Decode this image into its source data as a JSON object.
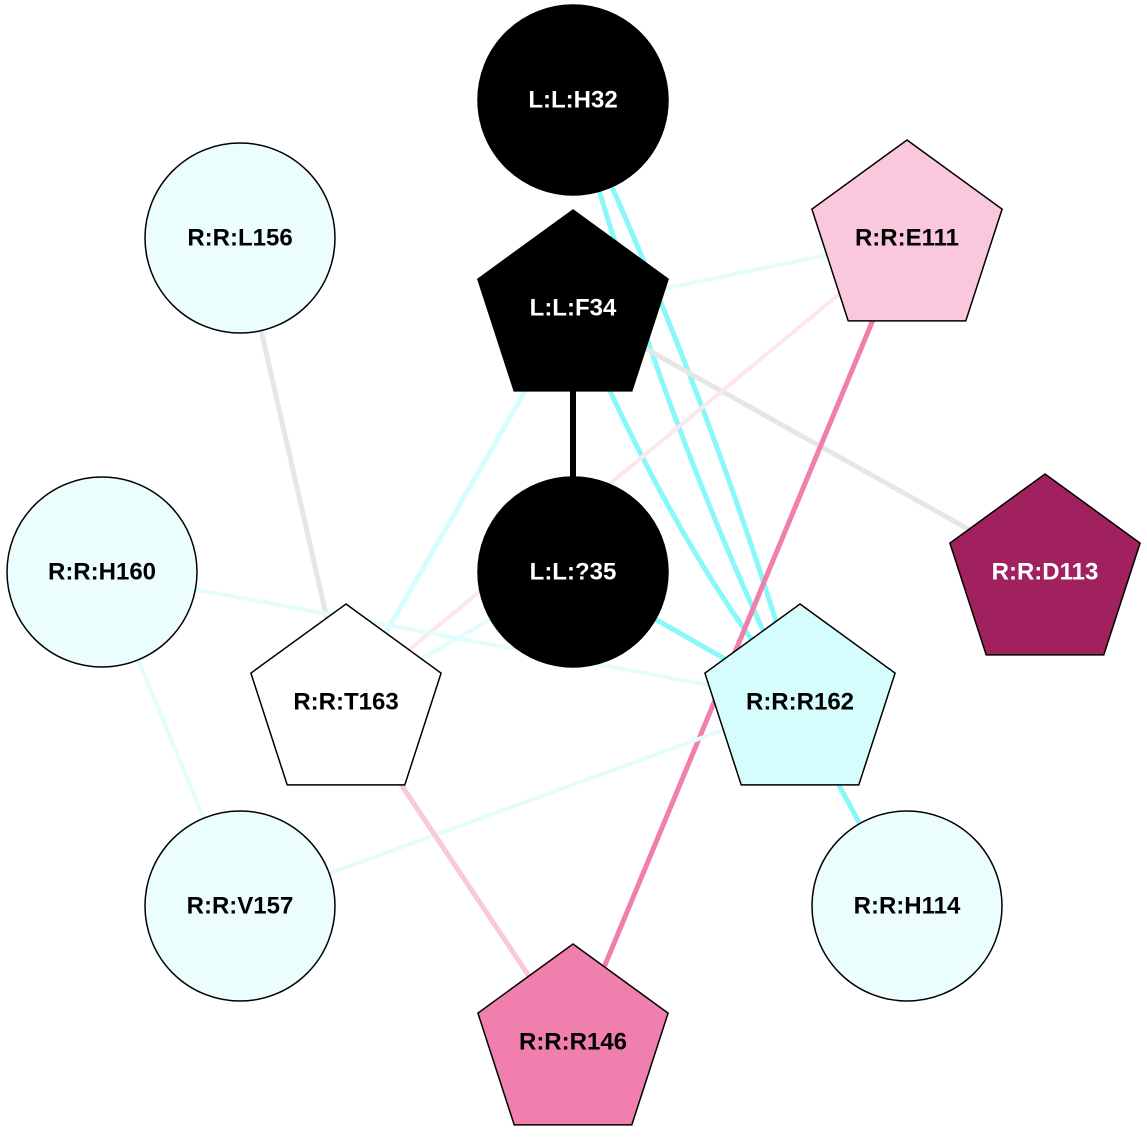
{
  "nodes": [
    {
      "id": "L:L:H32",
      "label": "L:L:H32",
      "shape": "circle",
      "fill": "#000000",
      "text_color": "#ffffff"
    },
    {
      "id": "L:L:F34",
      "label": "L:L:F34",
      "shape": "pentagon",
      "fill": "#000000",
      "text_color": "#ffffff"
    },
    {
      "id": "L:L:?35",
      "label": "L:L:?35",
      "shape": "circle",
      "fill": "#000000",
      "text_color": "#ffffff"
    },
    {
      "id": "R:R:L156",
      "label": "R:R:L156",
      "shape": "circle",
      "fill": "#ebfdfd",
      "text_color": "#000000"
    },
    {
      "id": "R:R:E111",
      "label": "R:R:E111",
      "shape": "pentagon",
      "fill": "#f9c8dc",
      "text_color": "#000000"
    },
    {
      "id": "R:R:H160",
      "label": "R:R:H160",
      "shape": "circle",
      "fill": "#ebfdfd",
      "text_color": "#000000"
    },
    {
      "id": "R:R:D113",
      "label": "R:R:D113",
      "shape": "pentagon",
      "fill": "#a0215e",
      "text_color": "#ffffff"
    },
    {
      "id": "R:R:T163",
      "label": "R:R:T163",
      "shape": "pentagon",
      "fill": "#ffffff",
      "text_color": "#000000"
    },
    {
      "id": "R:R:R162",
      "label": "R:R:R162",
      "shape": "pentagon",
      "fill": "#d5fdfd",
      "text_color": "#000000"
    },
    {
      "id": "R:R:V157",
      "label": "R:R:V157",
      "shape": "circle",
      "fill": "#ebfdfd",
      "text_color": "#000000"
    },
    {
      "id": "R:R:H114",
      "label": "R:R:H114",
      "shape": "circle",
      "fill": "#ebfdfd",
      "text_color": "#000000"
    },
    {
      "id": "R:R:R146",
      "label": "R:R:R146",
      "shape": "pentagon",
      "fill": "#f07fad",
      "text_color": "#000000"
    }
  ],
  "edges": [
    {
      "from": "L:L:F34",
      "to": "L:L:?35",
      "color": "#000000",
      "weight": 6
    },
    {
      "from": "L:L:H32",
      "to": "R:R:H114",
      "color": "#88f8f8",
      "weight": 5
    },
    {
      "from": "L:L:H32",
      "to": "R:R:R162",
      "color": "#88f8f8",
      "weight": 5
    },
    {
      "from": "L:L:F34",
      "to": "R:R:E111",
      "color": "#e3fdfd",
      "weight": 4
    },
    {
      "from": "L:L:F34",
      "to": "R:R:D113",
      "color": "#e6e6e6",
      "weight": 5
    },
    {
      "from": "L:L:F34",
      "to": "R:R:T163",
      "color": "#d5fdfd",
      "weight": 5
    },
    {
      "from": "L:L:F34",
      "to": "R:R:R162",
      "color": "#88f8f8",
      "weight": 5
    },
    {
      "from": "L:L:?35",
      "to": "R:R:R162",
      "color": "#88f8f8",
      "weight": 5
    },
    {
      "from": "L:L:?35",
      "to": "R:R:T163",
      "color": "#e3fdfd",
      "weight": 4
    },
    {
      "from": "R:R:L156",
      "to": "R:R:T163",
      "color": "#e6e6e6",
      "weight": 5
    },
    {
      "from": "R:R:E111",
      "to": "R:R:T163",
      "color": "#fde6ee",
      "weight": 4
    },
    {
      "from": "R:R:E111",
      "to": "R:R:R146",
      "color": "#f07fad",
      "weight": 5
    },
    {
      "from": "R:R:H160",
      "to": "R:R:R162",
      "color": "#e3fdfd",
      "weight": 4
    },
    {
      "from": "R:R:H160",
      "to": "R:R:V157",
      "color": "#e3fdfd",
      "weight": 4
    },
    {
      "from": "R:R:V157",
      "to": "R:R:R162",
      "color": "#e3fdfd",
      "weight": 4
    },
    {
      "from": "R:R:T163",
      "to": "R:R:R146",
      "color": "#f9c8dc",
      "weight": 5
    }
  ]
}
